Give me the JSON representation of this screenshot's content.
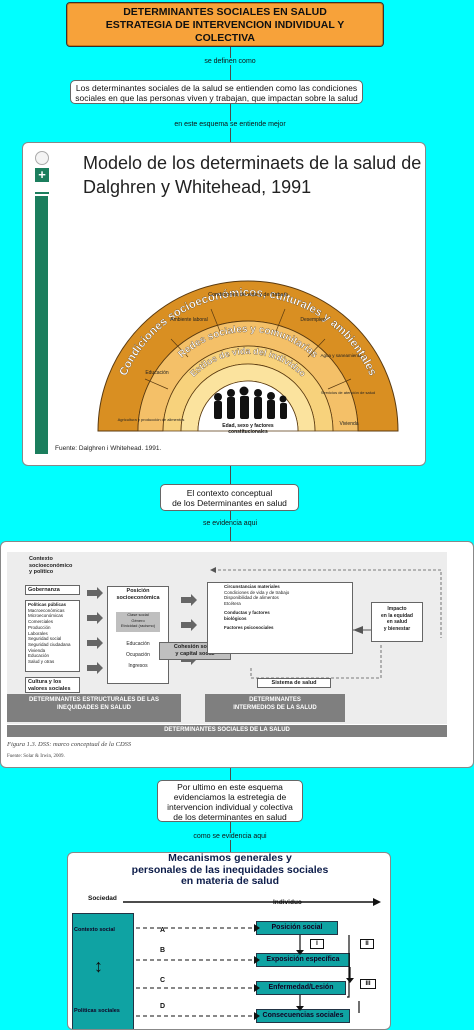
{
  "title": {
    "lines": [
      "DETERMINANTES SOCIALES EN SALUD",
      "ESTRATEGIA DE INTERVENCION INDIVIDUAL Y",
      "COLECTIVA"
    ]
  },
  "links": {
    "l1": "se definen como",
    "l2": "en este esquema se entiende mejor",
    "l3": "se evidencia aqui",
    "l4": "como se evidencia aqui"
  },
  "nodes": {
    "definition": [
      "Los determinantes sociales de la salud se entienden como las condiciones",
      "sociales en que las personas viven y trabajan, que impactan sobre la salud"
    ],
    "context": [
      "El contexto conceptual",
      "de los Determinantes en salud"
    ],
    "final": [
      "Por ultimo en este esquema",
      "evidenciamos la estretegia de",
      "intervencion individual y colectiva",
      "de los determinantes en salud"
    ]
  },
  "image1": {
    "title_lines": [
      "Modelo de los determinaets de la salud de",
      "Dalghren y Whitehead, 1991"
    ],
    "ring_outer": "Condiciones socioeconómicos, culturales y ambientales",
    "ring_middle": "Redes sociales y comunitarias",
    "ring_inner": "Estilos de vida del individuo",
    "core": [
      "Edad, sexo y factores",
      "constitucionales"
    ],
    "sectors_left": [
      "Condiciones de vida y de trabajo",
      "Ambiente laboral",
      "Educación",
      "Agricultura y producción de alimentos"
    ],
    "sectors_right": [
      "Desempleo",
      "Agua y saneamiento",
      "Servicios de atención de salud",
      "Vivienda"
    ],
    "source": "Fuente: Dalghren i Whitehead. 1991."
  },
  "image2": {
    "context_title": [
      "Contexto",
      "socioeconómico",
      "y político"
    ],
    "gobernanza": "Gobernanza",
    "policies": [
      "Políticas públicas",
      "Macroeconómicas",
      "Microeconómicas",
      "Comerciales",
      "Producción",
      "Laborales",
      "Seguridad social",
      "Seguridad ciudadana",
      "Vivienda",
      "Educación",
      "Salud y otras"
    ],
    "culture": [
      "Cultura y los",
      "valores sociales"
    ],
    "position": [
      "Posición",
      "socioeconómica"
    ],
    "class_box": [
      "Clase social",
      "Género",
      "Etnicidad (racismo)"
    ],
    "position_items": [
      "Educación",
      "Ocupación",
      "Ingresos"
    ],
    "cohesion": [
      "Cohesión social",
      "y capital social"
    ],
    "circumstances": [
      "Circunstancias materiales",
      "Condiciones de vida y de trabajo",
      "Disponibilidad de alimentos",
      "Etcétera"
    ],
    "behaviour": [
      "Conductas y factores",
      "biológicos"
    ],
    "psycho": "Factores psicosociales",
    "health_system": "Sistema de salud",
    "impact": [
      "Impacto",
      "en la equidad",
      "en salud",
      "y bienestar"
    ],
    "structural": [
      "DETERMINANTES ESTRUCTURALES DE LAS",
      "INEQUIDADES EN SALUD"
    ],
    "intermediate": [
      "DETERMINANTES",
      "INTERMEDIOS DE LA SALUD"
    ],
    "social_det": "DETERMINANTES SOCIALES DE LA SALUD",
    "caption": "Figura 1.3. DSS: marco conceptual de la CDSS",
    "source": "Fuente: Solar & Irwin, 2009."
  },
  "image3": {
    "title_lines": [
      "Mecanismos generales y",
      "personales de las inequidades sociales",
      "en materia de salud"
    ],
    "col_society": "Sociedad",
    "col_individual": "Individuo",
    "social_context": "Contexto social",
    "policies": "Políticas sociales",
    "boxes": [
      "Posición social",
      "Exposición específica",
      "Enfermedad/Lesión",
      "Consecuencias sociales"
    ],
    "letters": [
      "A",
      "B",
      "C",
      "D"
    ],
    "romans": [
      "I",
      "II",
      "III"
    ]
  }
}
